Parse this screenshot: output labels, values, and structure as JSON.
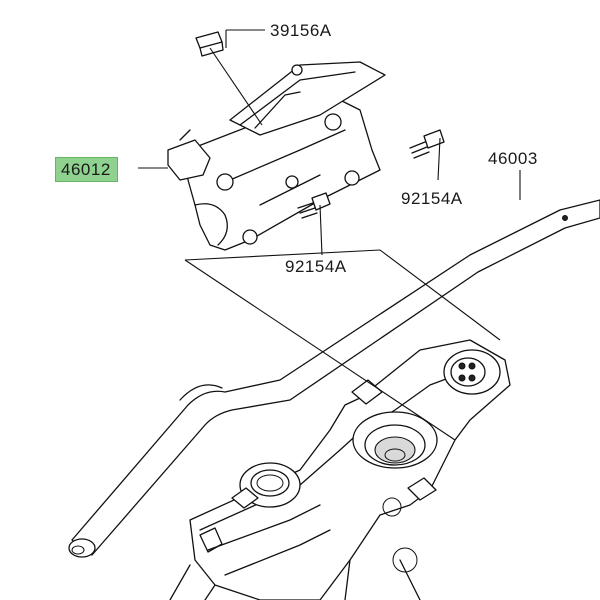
{
  "labels": {
    "part_39156A": "39156A",
    "part_46012": "46012",
    "part_92154A_right": "92154A",
    "part_92154A_bottom": "92154A",
    "part_46003": "46003"
  },
  "colors": {
    "highlight": "#8fd18f",
    "line": "#111111"
  }
}
